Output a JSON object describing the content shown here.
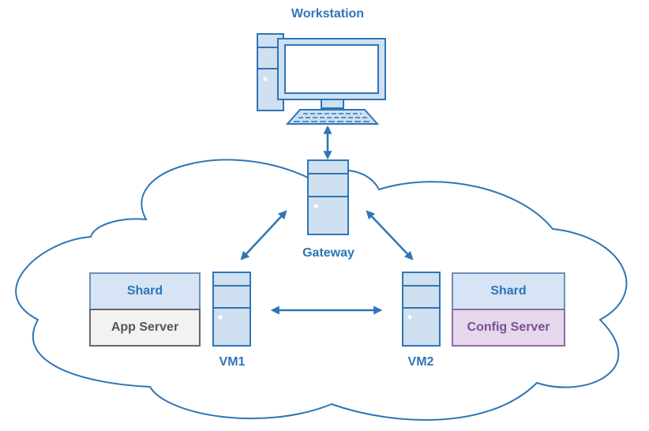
{
  "nodes": {
    "workstation": {
      "label": "Workstation"
    },
    "gateway": {
      "label": "Gateway"
    },
    "vm1": {
      "label": "VM1"
    },
    "vm2": {
      "label": "VM2"
    }
  },
  "stacks": {
    "left": {
      "top_label": "Shard",
      "bottom_label": "App Server"
    },
    "right": {
      "top_label": "Shard",
      "bottom_label": "Config Server"
    }
  },
  "connections": [
    {
      "from": "workstation",
      "to": "gateway",
      "bidirectional": true
    },
    {
      "from": "gateway",
      "to": "vm1",
      "bidirectional": true
    },
    {
      "from": "gateway",
      "to": "vm2",
      "bidirectional": true
    },
    {
      "from": "vm1",
      "to": "vm2",
      "bidirectional": true
    }
  ],
  "colors": {
    "stroke": "#2e75b6",
    "fill": "#cfe0f1",
    "shard_fill": "#d6e4f5",
    "shard_border": "#6f8fb8",
    "app_fill": "#f2f2f2",
    "app_border": "#666666",
    "app_text": "#555555",
    "config_fill": "#e5d7ec",
    "config_border": "#8e6aa8",
    "config_text": "#7a4f96"
  }
}
